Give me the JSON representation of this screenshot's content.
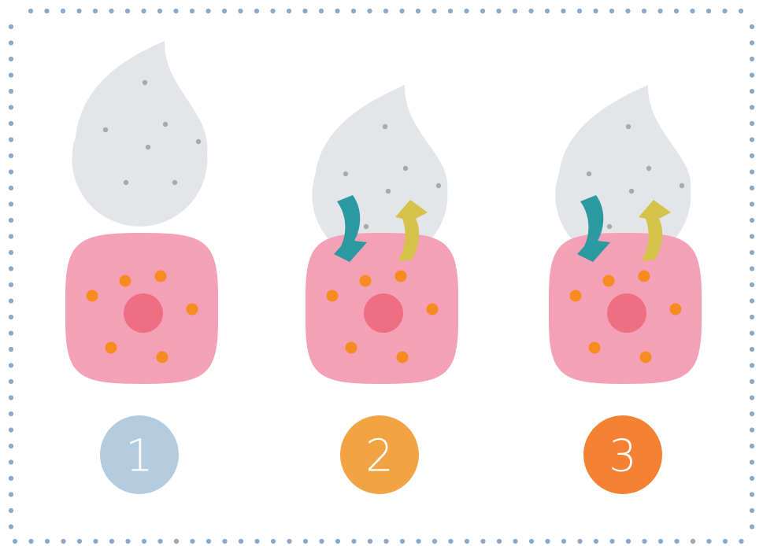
{
  "colors": {
    "border_dots": "#8aa9c6",
    "droplet": "#e4e5e8",
    "droplet_speck": "#a9aaad",
    "cell": "#f4a1b7",
    "nucleus": "#ef6f82",
    "cell_particle": "#f68b1f",
    "arrow_in": "#2b9aa0",
    "arrow_out": "#d4c24a"
  },
  "steps": [
    {
      "number": "1",
      "badge_color": "#b4cce0",
      "exchange_arrows": false
    },
    {
      "number": "2",
      "badge_color": "#f2a445",
      "exchange_arrows": true
    },
    {
      "number": "3",
      "badge_color": "#f58232",
      "exchange_arrows": true
    }
  ]
}
